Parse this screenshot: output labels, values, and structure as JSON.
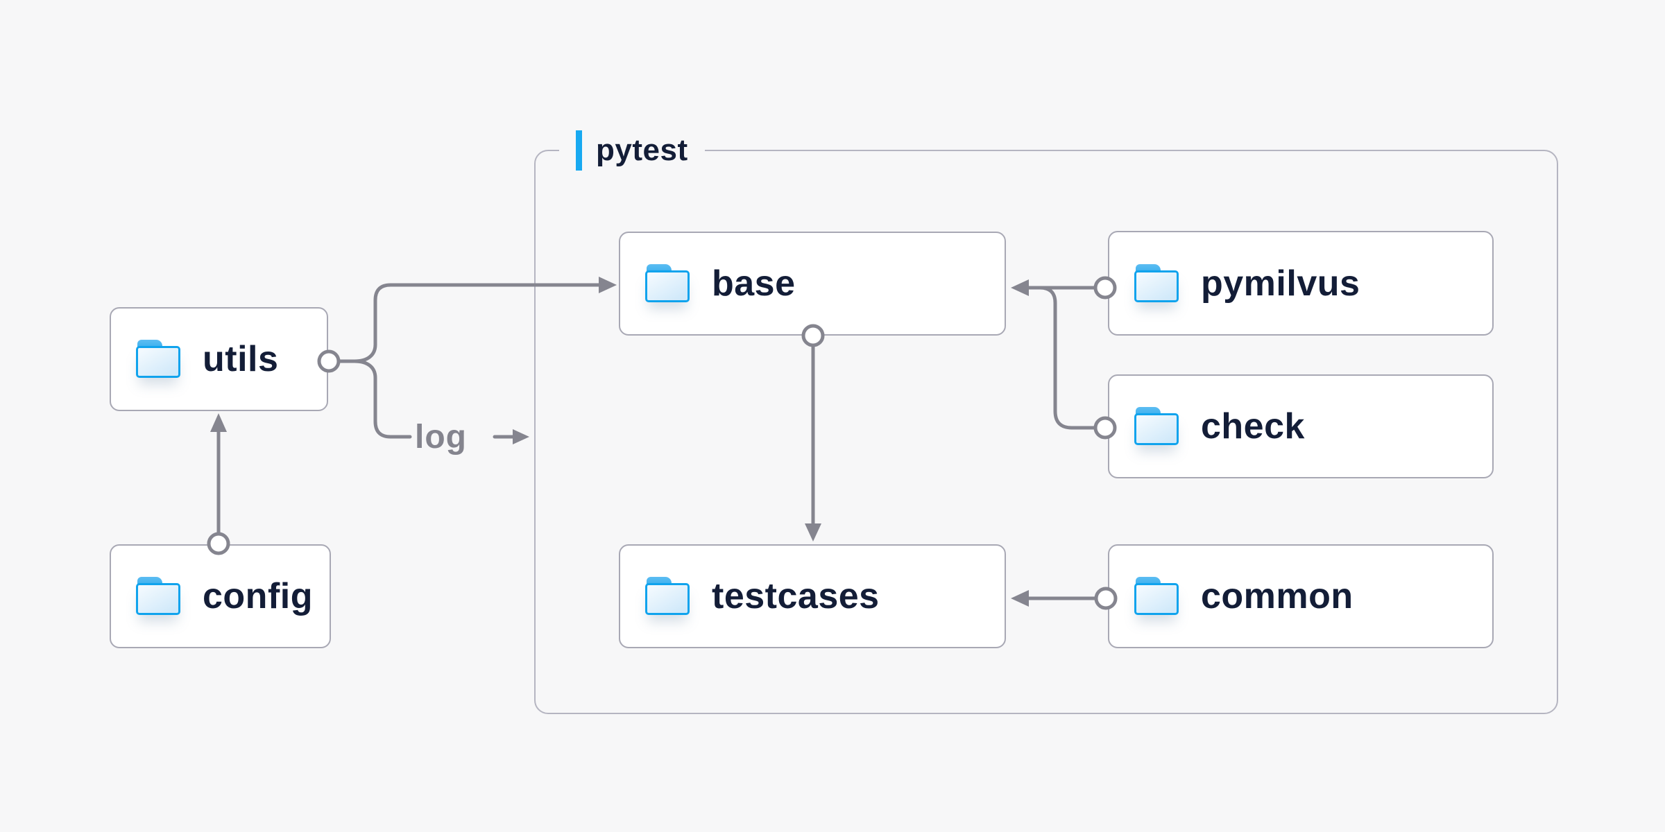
{
  "diagram": {
    "container": {
      "label": "pytest"
    },
    "nodes": [
      {
        "id": "utils",
        "label": "utils"
      },
      {
        "id": "config",
        "label": "config"
      },
      {
        "id": "base",
        "label": "base"
      },
      {
        "id": "pymilvus",
        "label": "pymilvus"
      },
      {
        "id": "check",
        "label": "check"
      },
      {
        "id": "testcases",
        "label": "testcases"
      },
      {
        "id": "common",
        "label": "common"
      }
    ],
    "edges": [
      {
        "from": "config",
        "to": "utils"
      },
      {
        "from": "utils",
        "to": "base"
      },
      {
        "from": "utils",
        "to": "pytest",
        "label": "log"
      },
      {
        "from": "base",
        "to": "testcases"
      },
      {
        "from": "pymilvus",
        "to": "base"
      },
      {
        "from": "check",
        "to": "base"
      },
      {
        "from": "common",
        "to": "testcases"
      }
    ],
    "icons": [
      {
        "name": "folder-icon",
        "meaning": "directory"
      }
    ],
    "colors": {
      "background": "#f7f7f8",
      "node_fill": "#ffffff",
      "node_border": "#a8a8b4",
      "container_border": "#b5b5c1",
      "connector": "#85858f",
      "label_text": "#131d37",
      "log_text": "#84848e",
      "accent_bar": "#18a9f1",
      "folder_outline": "#10a3ed",
      "folder_tab": "#36aeee",
      "folder_fill": "#d9edfb"
    }
  }
}
